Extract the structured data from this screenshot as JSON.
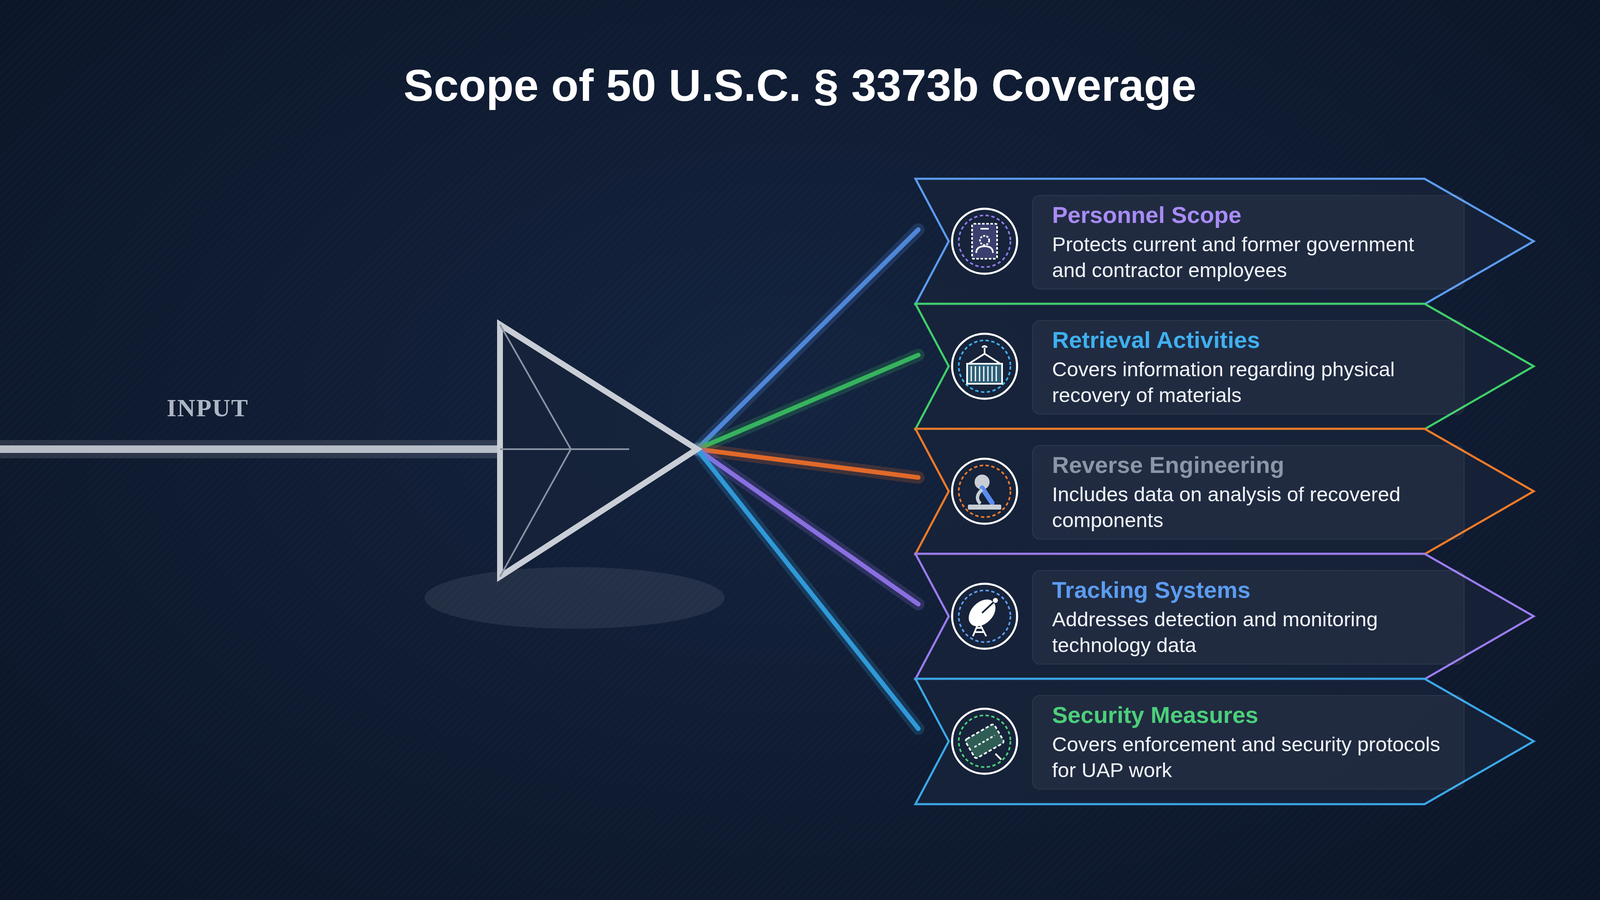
{
  "diagram": {
    "title": "Scope of 50 U.S.C. § 3373b Coverage",
    "nodes": [
      {
        "text": [
          "Personnel Scope",
          "Protects current and former government and contractor employees"
        ]
      },
      {
        "text": [
          "Retrieval Activities",
          "Covers information regarding physical recovery of materials"
        ]
      },
      {
        "text": [
          "Reverse Engineering",
          "Includes data on analysis of recovered components"
        ]
      },
      {
        "text": [
          "Tracking Systems",
          "Addresses detection and monitoring technology data"
        ]
      },
      {
        "text": [
          "Security Measures",
          "Covers enforcement and security protocols for UAP work"
        ]
      }
    ],
    "labels": [
      "INPUT"
    ]
  }
}
